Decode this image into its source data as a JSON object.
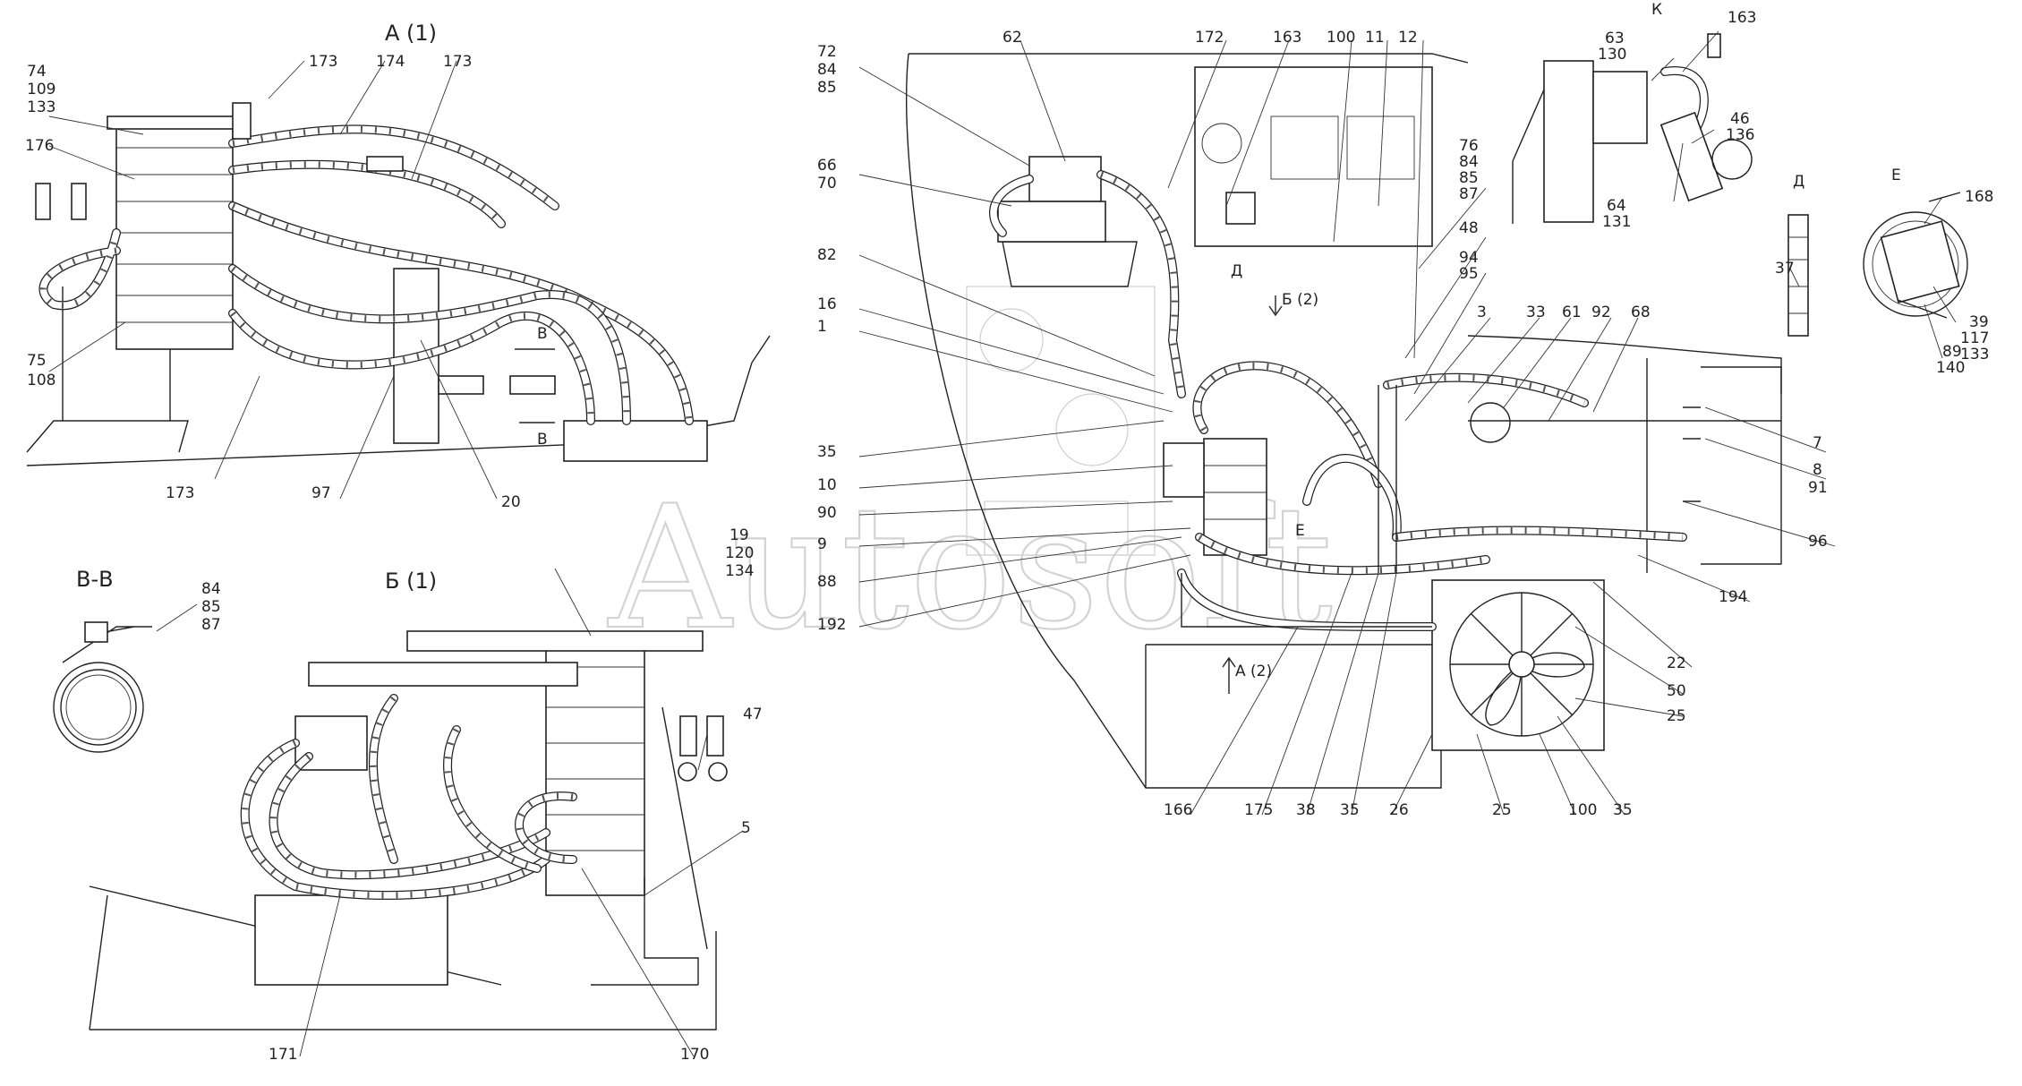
{
  "views": {
    "A": "А (1)",
    "B": "Б (1)",
    "VV": "В-В",
    "K": "К",
    "D": "Д",
    "E": "Е",
    "arrow_A2": "А (2)",
    "arrow_B2": "Б (2)",
    "arrow_D": "Д",
    "arrow_E": "Е",
    "section_B": "В"
  },
  "watermark": "Autosoft",
  "callouts": [
    {
      "id": "a_74",
      "lines": [
        "74",
        "109",
        "133"
      ]
    },
    {
      "id": "a_176",
      "lines": [
        "176"
      ]
    },
    {
      "id": "a_173t",
      "lines": [
        "173"
      ]
    },
    {
      "id": "a_174",
      "lines": [
        "174"
      ]
    },
    {
      "id": "a_173r",
      "lines": [
        "173"
      ]
    },
    {
      "id": "a_75",
      "lines": [
        "75",
        "108"
      ]
    },
    {
      "id": "a_173b",
      "lines": [
        "173"
      ]
    },
    {
      "id": "a_97",
      "lines": [
        "97"
      ]
    },
    {
      "id": "a_20",
      "lines": [
        "20"
      ]
    },
    {
      "id": "vv_84",
      "lines": [
        "84",
        "85",
        "87"
      ]
    },
    {
      "id": "b_19",
      "lines": [
        "19",
        "120",
        "134"
      ]
    },
    {
      "id": "b_47",
      "lines": [
        "47"
      ]
    },
    {
      "id": "b_5",
      "lines": [
        "5"
      ]
    },
    {
      "id": "b_171",
      "lines": [
        "171"
      ]
    },
    {
      "id": "b_170",
      "lines": [
        "170"
      ]
    },
    {
      "id": "m_72",
      "lines": [
        "72",
        "84",
        "85"
      ]
    },
    {
      "id": "m_62",
      "lines": [
        "62"
      ]
    },
    {
      "id": "m_172",
      "lines": [
        "172"
      ]
    },
    {
      "id": "m_163",
      "lines": [
        "163"
      ]
    },
    {
      "id": "m_100t",
      "lines": [
        "100"
      ]
    },
    {
      "id": "m_11",
      "lines": [
        "11"
      ]
    },
    {
      "id": "m_12",
      "lines": [
        "12"
      ]
    },
    {
      "id": "m_66",
      "lines": [
        "66",
        "70"
      ]
    },
    {
      "id": "m_82",
      "lines": [
        "82"
      ]
    },
    {
      "id": "m_16",
      "lines": [
        "16"
      ]
    },
    {
      "id": "m_1",
      "lines": [
        "1"
      ]
    },
    {
      "id": "m_35l",
      "lines": [
        "35"
      ]
    },
    {
      "id": "m_10",
      "lines": [
        "10"
      ]
    },
    {
      "id": "m_90",
      "lines": [
        "90"
      ]
    },
    {
      "id": "m_9",
      "lines": [
        "9"
      ]
    },
    {
      "id": "m_88",
      "lines": [
        "88"
      ]
    },
    {
      "id": "m_192",
      "lines": [
        "192"
      ]
    },
    {
      "id": "m_76",
      "lines": [
        "76",
        "84",
        "85",
        "87"
      ]
    },
    {
      "id": "m_48",
      "lines": [
        "48"
      ]
    },
    {
      "id": "m_94",
      "lines": [
        "94",
        "95"
      ]
    },
    {
      "id": "m_3",
      "lines": [
        "3"
      ]
    },
    {
      "id": "m_33",
      "lines": [
        "33"
      ]
    },
    {
      "id": "m_61",
      "lines": [
        "61"
      ]
    },
    {
      "id": "m_92",
      "lines": [
        "92"
      ]
    },
    {
      "id": "m_68",
      "lines": [
        "68"
      ]
    },
    {
      "id": "m_7",
      "lines": [
        "7"
      ]
    },
    {
      "id": "m_8",
      "lines": [
        "8",
        "91"
      ]
    },
    {
      "id": "m_96",
      "lines": [
        "96"
      ]
    },
    {
      "id": "m_194",
      "lines": [
        "194"
      ]
    },
    {
      "id": "m_22",
      "lines": [
        "22"
      ]
    },
    {
      "id": "m_50",
      "lines": [
        "50"
      ]
    },
    {
      "id": "m_25r",
      "lines": [
        "25"
      ]
    },
    {
      "id": "m_166",
      "lines": [
        "166"
      ]
    },
    {
      "id": "m_175",
      "lines": [
        "175"
      ]
    },
    {
      "id": "m_38",
      "lines": [
        "38"
      ]
    },
    {
      "id": "m_35b",
      "lines": [
        "35"
      ]
    },
    {
      "id": "m_26",
      "lines": [
        "26"
      ]
    },
    {
      "id": "m_25b",
      "lines": [
        "25"
      ]
    },
    {
      "id": "m_100b",
      "lines": [
        "100"
      ]
    },
    {
      "id": "m_35br",
      "lines": [
        "35"
      ]
    },
    {
      "id": "k_63",
      "lines": [
        "63",
        "130"
      ]
    },
    {
      "id": "k_163",
      "lines": [
        "163"
      ]
    },
    {
      "id": "k_46",
      "lines": [
        "46",
        "136"
      ]
    },
    {
      "id": "k_64",
      "lines": [
        "64",
        "131"
      ]
    },
    {
      "id": "d_37",
      "lines": [
        "37"
      ]
    },
    {
      "id": "e_168",
      "lines": [
        "168"
      ]
    },
    {
      "id": "e_39",
      "lines": [
        "39",
        "117",
        "133"
      ]
    },
    {
      "id": "e_89",
      "lines": [
        "89",
        "140"
      ]
    }
  ]
}
